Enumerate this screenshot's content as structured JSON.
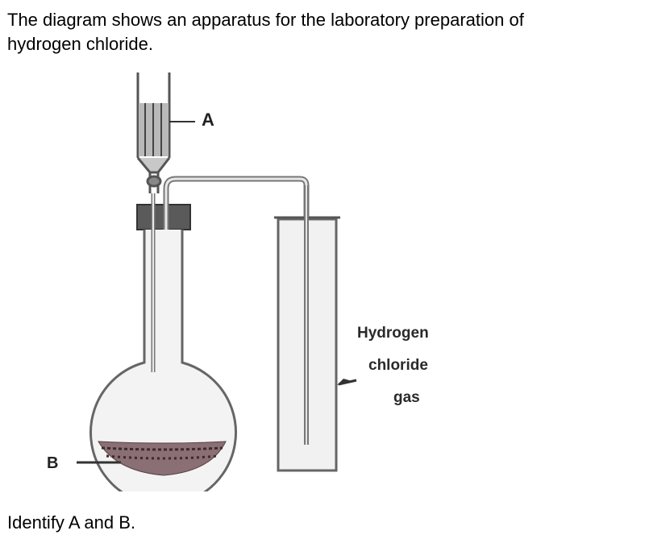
{
  "question": {
    "line1": "The diagram shows an apparatus for the laboratory preparation of",
    "line2": "hydrogen chloride."
  },
  "diagram": {
    "label_a": "A",
    "label_b": "B",
    "gas_label": [
      "Hydrogen",
      "chloride",
      "gas"
    ]
  },
  "prompt": "Identify A and B."
}
